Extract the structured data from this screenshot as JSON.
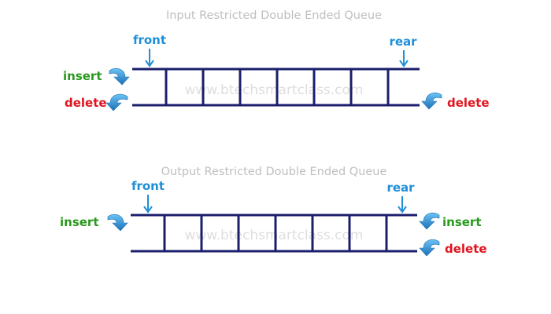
{
  "colors": {
    "queue_line": "#1b1f6b",
    "pointer_blue": "#1e8fd8",
    "insert_green": "#2a9a1e",
    "delete_red": "#e0141e",
    "title_gray": "#bfbfbf",
    "watermark_gray": "#dedede",
    "arrow_fill": "#3aa6e8",
    "arrow_shade": "#1a70b5"
  },
  "watermark": "www.btechsmartclass.com",
  "diagrams": [
    {
      "title": "Input Restricted Double Ended Queue",
      "front_label": "front",
      "rear_label": "rear",
      "left_ops": [
        "insert",
        "delete"
      ],
      "right_ops": [
        "delete"
      ]
    },
    {
      "title": "Output Restricted Double Ended Queue",
      "front_label": "front",
      "rear_label": "rear",
      "left_ops": [
        "insert"
      ],
      "right_ops": [
        "insert",
        "delete"
      ]
    }
  ]
}
